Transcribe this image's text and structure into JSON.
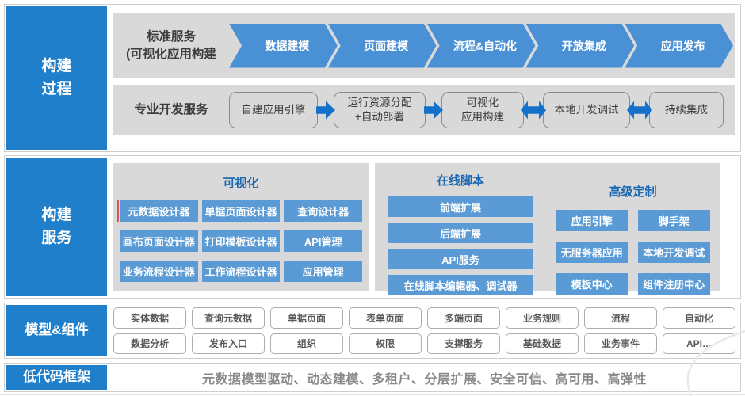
{
  "colors": {
    "primary_blue": "#1f7fca",
    "chevron_blue": "#4a90d5",
    "box_blue": "#5b9bd5",
    "arrow_blue": "#1471c9",
    "panel_gray": "#d9d9d9",
    "title_blue": "#1a67b2",
    "accent_red": "#d95757"
  },
  "left_labels": {
    "build_process": "构建\n过程",
    "build_services": "构建\n服务",
    "models_components": "模型&组件",
    "lowcode_framework": "低代码框架"
  },
  "standard_services": {
    "label": "标准服务\n(可视化应用构建",
    "steps": [
      "数据建模",
      "页面建模",
      "流程&自动化",
      "开放集成",
      "应用发布"
    ]
  },
  "professional_services": {
    "label": "专业开发服务",
    "nodes": [
      "自建应用引擎",
      "运行资源分配\n+自动部署",
      "可视化\n应用构建",
      "本地开发调试",
      "持续集成"
    ]
  },
  "panels": {
    "visualization": {
      "title": "可视化",
      "items": [
        "元数据设计器",
        "单据页面设计器",
        "查询设计器",
        "画布页面设计器",
        "打印模板设计器",
        "API管理",
        "业务流程设计器",
        "工作流程设计器",
        "应用管理"
      ]
    },
    "online_script": {
      "title": "在线脚本",
      "items": [
        "前端扩展",
        "后端扩展",
        "API服务",
        "在线脚本编辑器、调试器"
      ]
    },
    "advanced_custom": {
      "title": "高级定制",
      "items": [
        "应用引擎",
        "脚手架",
        "无服务器应用",
        "本地开发调试",
        "模板中心",
        "组件注册中心"
      ]
    }
  },
  "models_components": {
    "row1": [
      "实体数据",
      "查询元数据",
      "单据页面",
      "表单页面",
      "多端页面",
      "业务规则",
      "流程",
      "自动化"
    ],
    "row2": [
      "数据分析",
      "发布入口",
      "组织",
      "权限",
      "支撑服务",
      "基础数据",
      "业务事件",
      "API…"
    ]
  },
  "framework_features": "元数据模型驱动、动态建模、多租户、分层扩展、安全可信、高可用、高弹性"
}
